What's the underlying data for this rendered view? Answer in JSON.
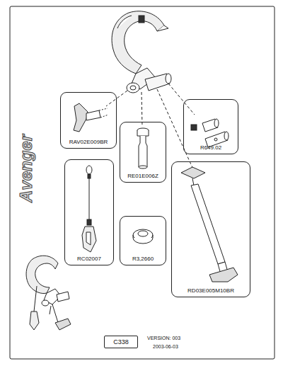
{
  "diagram": {
    "nodes": [
      {
        "text": [
          "RAV02E009BR"
        ]
      },
      {
        "text": [
          "RE01E006Z"
        ]
      },
      {
        "text": [
          "R649.02"
        ]
      },
      {
        "text": [
          "RC02007"
        ]
      },
      {
        "text": [
          "R3,2660"
        ]
      },
      {
        "text": [
          "RD03E005M10BR"
        ]
      },
      {
        "text": [
          "C338"
        ]
      }
    ],
    "labels": [
      "Avenger",
      "VERSION: 003",
      "2003-06-03"
    ]
  }
}
